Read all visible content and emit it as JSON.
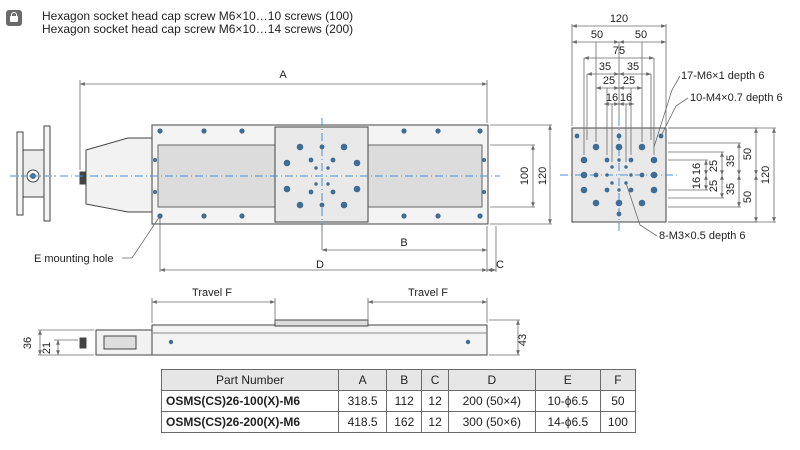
{
  "notes": {
    "line1": "Hexagon socket head cap screw M6×10…10 screws (100)",
    "line2": "Hexagon socket head cap screw M6×10…14 screws (200)"
  },
  "dims": {
    "A": "A",
    "B": "B",
    "C": "C",
    "D": "D",
    "h100": "100",
    "h120": "120",
    "w120": "120",
    "w50": "50",
    "w75": "75",
    "w35": "35",
    "w25": "25",
    "w16": "16",
    "v16": "16",
    "v25": "25",
    "v35": "35",
    "v50": "50",
    "side36": "36",
    "side21": "21",
    "side43": "43"
  },
  "callouts": {
    "m6": "17-M6×1 depth 6",
    "m4": "10-M4×0.7  depth 6",
    "m3": "8-M3×0.5 depth 6",
    "emount": "E mounting hole",
    "travel_left": "Travel F",
    "travel_right": "Travel F"
  },
  "table": {
    "headers": [
      "Part Number",
      "A",
      "B",
      "C",
      "D",
      "E",
      "F"
    ],
    "rows": [
      [
        "OSMS(CS)26-100(X)-M6",
        "318.5",
        "112",
        "12",
        "200 (50×4)",
        "10-ϕ6.5",
        "50"
      ],
      [
        "OSMS(CS)26-200(X)-M6",
        "418.5",
        "162",
        "12",
        "300 (50×6)",
        "14-ϕ6.5",
        "100"
      ]
    ]
  },
  "colors": {
    "line": "#444444",
    "dim": "#6a6a6a",
    "center": "#4a90d9",
    "hole": "#3f6d96",
    "body": "#f4f4f4",
    "rail": "#d9d9d9",
    "table_header": "#e6e6e6",
    "icon": "#6b6b6b"
  }
}
